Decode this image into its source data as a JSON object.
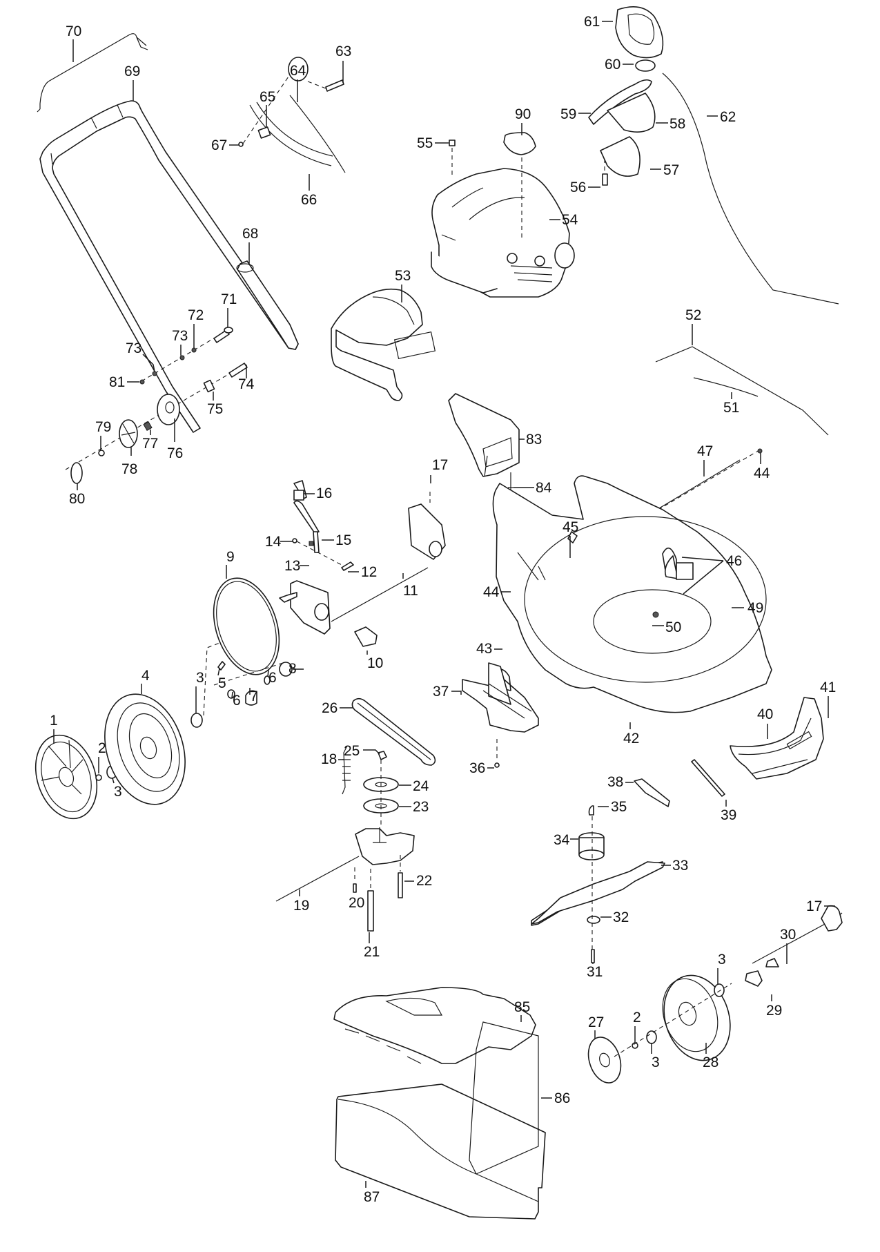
{
  "diagram": {
    "title": "Lawn mower exploded parts diagram",
    "callouts": [
      {
        "id": "c1",
        "label": "1",
        "part": "rear-wheel-hubcap"
      },
      {
        "id": "c2a",
        "label": "2",
        "part": "nut"
      },
      {
        "id": "c3a",
        "label": "3",
        "part": "bearing"
      },
      {
        "id": "c4",
        "label": "4",
        "part": "rear-wheel"
      },
      {
        "id": "c3b",
        "label": "3",
        "part": "bearing"
      },
      {
        "id": "c5",
        "label": "5",
        "part": "screw"
      },
      {
        "id": "c6a",
        "label": "6",
        "part": "washer"
      },
      {
        "id": "c7",
        "label": "7",
        "part": "pinion-gear"
      },
      {
        "id": "c6b",
        "label": "6",
        "part": "washer"
      },
      {
        "id": "c8",
        "label": "8",
        "part": "bearing"
      },
      {
        "id": "c9",
        "label": "9",
        "part": "wheel-gear-cover"
      },
      {
        "id": "c10",
        "label": "10",
        "part": "bushing"
      },
      {
        "id": "c11",
        "label": "11",
        "part": "height-adjust-axle"
      },
      {
        "id": "c12",
        "label": "12",
        "part": "bolt"
      },
      {
        "id": "c13",
        "label": "13",
        "part": "nut"
      },
      {
        "id": "c14",
        "label": "14",
        "part": "pin"
      },
      {
        "id": "c15",
        "label": "15",
        "part": "height-lever"
      },
      {
        "id": "c16",
        "label": "16",
        "part": "lever-knob"
      },
      {
        "id": "c17a",
        "label": "17",
        "part": "cotter-pin"
      },
      {
        "id": "c18",
        "label": "18",
        "part": "spring"
      },
      {
        "id": "c19",
        "label": "19",
        "part": "drive-shaft"
      },
      {
        "id": "c20",
        "label": "20",
        "part": "screw"
      },
      {
        "id": "c21",
        "label": "21",
        "part": "long-pin"
      },
      {
        "id": "c22",
        "label": "22",
        "part": "pin"
      },
      {
        "id": "c23",
        "label": "23",
        "part": "pulley"
      },
      {
        "id": "c24",
        "label": "24",
        "part": "pulley"
      },
      {
        "id": "c25",
        "label": "25",
        "part": "nut"
      },
      {
        "id": "c26",
        "label": "26",
        "part": "drive-belt"
      },
      {
        "id": "c27",
        "label": "27",
        "part": "front-wheel-hubcap"
      },
      {
        "id": "c2b",
        "label": "2",
        "part": "nut"
      },
      {
        "id": "c3c",
        "label": "3",
        "part": "bearing"
      },
      {
        "id": "c28",
        "label": "28",
        "part": "front-wheel"
      },
      {
        "id": "c3d",
        "label": "3",
        "part": "bearing"
      },
      {
        "id": "c29",
        "label": "29",
        "part": "clip"
      },
      {
        "id": "c30",
        "label": "30",
        "part": "front-axle"
      },
      {
        "id": "c17b",
        "label": "17",
        "part": "cotter-pin"
      },
      {
        "id": "c31",
        "label": "31",
        "part": "blade-bolt"
      },
      {
        "id": "c32",
        "label": "32",
        "part": "blade-washer"
      },
      {
        "id": "c33",
        "label": "33",
        "part": "blade"
      },
      {
        "id": "c34",
        "label": "34",
        "part": "blade-adapter"
      },
      {
        "id": "c35",
        "label": "35",
        "part": "key"
      },
      {
        "id": "c36",
        "label": "36",
        "part": "screw"
      },
      {
        "id": "c37",
        "label": "37",
        "part": "belt-guard"
      },
      {
        "id": "c38",
        "label": "38",
        "part": "flap"
      },
      {
        "id": "c39",
        "label": "39",
        "part": "strip"
      },
      {
        "id": "c40",
        "label": "40",
        "part": "front-bumper-insert"
      },
      {
        "id": "c41",
        "label": "41",
        "part": "front-bumper"
      },
      {
        "id": "c42",
        "label": "42",
        "part": "screw"
      },
      {
        "id": "c43",
        "label": "43",
        "part": "screw"
      },
      {
        "id": "c44a",
        "label": "44",
        "part": "washer"
      },
      {
        "id": "c45",
        "label": "45",
        "part": "spring"
      },
      {
        "id": "c46",
        "label": "46",
        "part": "bolt-and-spacer"
      },
      {
        "id": "c47",
        "label": "47",
        "part": "rod"
      },
      {
        "id": "c44b",
        "label": "44",
        "part": "washer"
      },
      {
        "id": "c49",
        "label": "49",
        "part": "deck"
      },
      {
        "id": "c50",
        "label": "50",
        "part": "bolt"
      },
      {
        "id": "c51",
        "label": "51",
        "part": "spring"
      },
      {
        "id": "c52",
        "label": "52",
        "part": "height-link-rod"
      },
      {
        "id": "c53",
        "label": "53",
        "part": "engine-cover-front"
      },
      {
        "id": "c54",
        "label": "54",
        "part": "engine"
      },
      {
        "id": "c55",
        "label": "55",
        "part": "screw"
      },
      {
        "id": "c90",
        "label": "90",
        "part": "label-plate"
      },
      {
        "id": "c56",
        "label": "56",
        "part": "screw"
      },
      {
        "id": "c57",
        "label": "57",
        "part": "lower-bracket"
      },
      {
        "id": "c58",
        "label": "58",
        "part": "upper-bracket"
      },
      {
        "id": "c59",
        "label": "59",
        "part": "throttle-lever"
      },
      {
        "id": "c60",
        "label": "60",
        "part": "pivot-knob"
      },
      {
        "id": "c61",
        "label": "61",
        "part": "control-cover"
      },
      {
        "id": "c62",
        "label": "62",
        "part": "throttle-cable"
      },
      {
        "id": "c63",
        "label": "63",
        "part": "screw"
      },
      {
        "id": "c64",
        "label": "64",
        "part": "rope-guide"
      },
      {
        "id": "c65",
        "label": "65",
        "part": "cable-clip"
      },
      {
        "id": "c66",
        "label": "66",
        "part": "cable"
      },
      {
        "id": "c67",
        "label": "67",
        "part": "nut"
      },
      {
        "id": "c68",
        "label": "68",
        "part": "cable-tie"
      },
      {
        "id": "c69",
        "label": "69",
        "part": "upper-handle"
      },
      {
        "id": "c70",
        "label": "70",
        "part": "bail-bar"
      },
      {
        "id": "c71",
        "label": "71",
        "part": "eye-bolt"
      },
      {
        "id": "c72",
        "label": "72",
        "part": "nut"
      },
      {
        "id": "c73a",
        "label": "73",
        "part": "washer"
      },
      {
        "id": "c73b",
        "label": "73",
        "part": "washer"
      },
      {
        "id": "c81",
        "label": "81",
        "part": "nut"
      },
      {
        "id": "c74",
        "label": "74",
        "part": "bolt"
      },
      {
        "id": "c75",
        "label": "75",
        "part": "spacer"
      },
      {
        "id": "c76",
        "label": "76",
        "part": "handle-washer"
      },
      {
        "id": "c77",
        "label": "77",
        "part": "spring"
      },
      {
        "id": "c78",
        "label": "78",
        "part": "clamp-disc"
      },
      {
        "id": "c79",
        "label": "79",
        "part": "washer"
      },
      {
        "id": "c80",
        "label": "80",
        "part": "handle-knob"
      },
      {
        "id": "c83",
        "label": "83",
        "part": "rear-flap"
      },
      {
        "id": "c84",
        "label": "84",
        "part": "flap-spring"
      },
      {
        "id": "c85",
        "label": "85",
        "part": "grass-bag-top"
      },
      {
        "id": "c86",
        "label": "86",
        "part": "grass-bag-frame"
      },
      {
        "id": "c87",
        "label": "87",
        "part": "grass-bag"
      }
    ]
  }
}
